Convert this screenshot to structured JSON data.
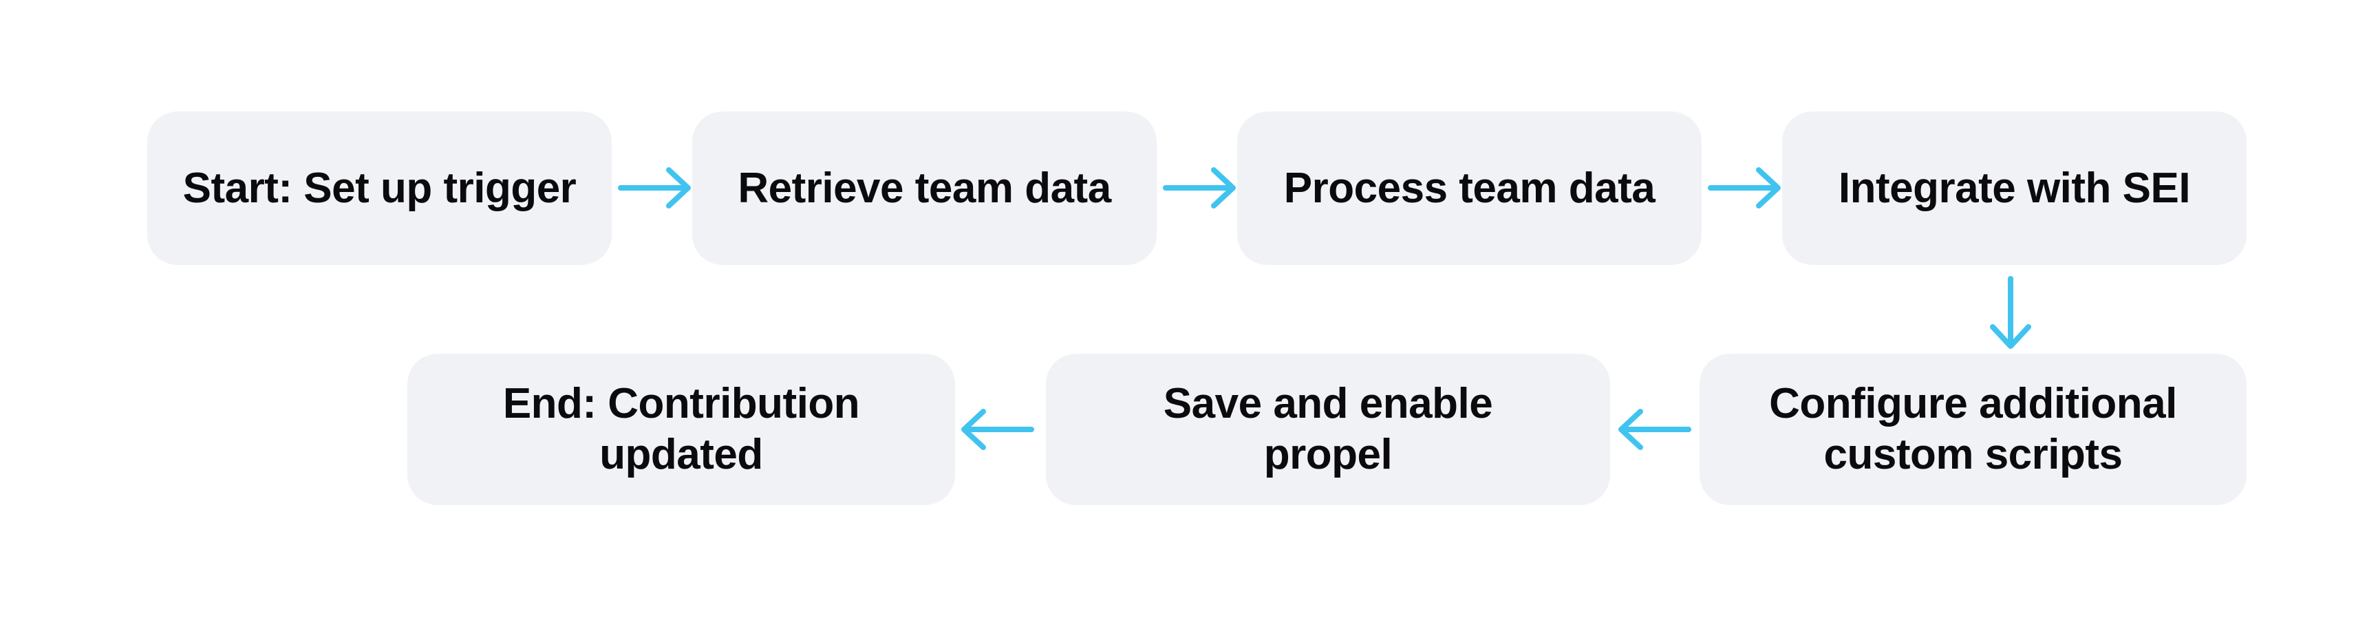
{
  "colors": {
    "page_bg": "#ffffff",
    "node_bg": "#f1f2f6",
    "node_text": "#0b0b0e",
    "arrow": "#41c3ef"
  },
  "nodes": [
    {
      "id": "start",
      "label": "Start: Set up trigger",
      "lines": [
        "Start: Set up trigger"
      ]
    },
    {
      "id": "retrieve-team-data",
      "label": "Retrieve team data",
      "lines": [
        "Retrieve team data"
      ]
    },
    {
      "id": "process-team-data",
      "label": "Process team data",
      "lines": [
        "Process team data"
      ]
    },
    {
      "id": "integrate-with-sei",
      "label": "Integrate with SEI",
      "lines": [
        "Integrate with SEI"
      ]
    },
    {
      "id": "configure-custom-scripts",
      "label": "Configure additional custom scripts",
      "lines": [
        "Configure additional",
        "custom scripts"
      ]
    },
    {
      "id": "save-and-enable-propel",
      "label": "Save and enable propel",
      "lines": [
        "Save and enable",
        "propel"
      ]
    },
    {
      "id": "end",
      "label": "End: Contribution updated",
      "lines": [
        "End: Contribution",
        "updated"
      ]
    }
  ],
  "edges": [
    {
      "from": "start",
      "to": "retrieve-team-data",
      "direction": "right"
    },
    {
      "from": "retrieve-team-data",
      "to": "process-team-data",
      "direction": "right"
    },
    {
      "from": "process-team-data",
      "to": "integrate-with-sei",
      "direction": "right"
    },
    {
      "from": "integrate-with-sei",
      "to": "configure-custom-scripts",
      "direction": "down"
    },
    {
      "from": "configure-custom-scripts",
      "to": "save-and-enable-propel",
      "direction": "left"
    },
    {
      "from": "save-and-enable-propel",
      "to": "end",
      "direction": "left"
    }
  ]
}
